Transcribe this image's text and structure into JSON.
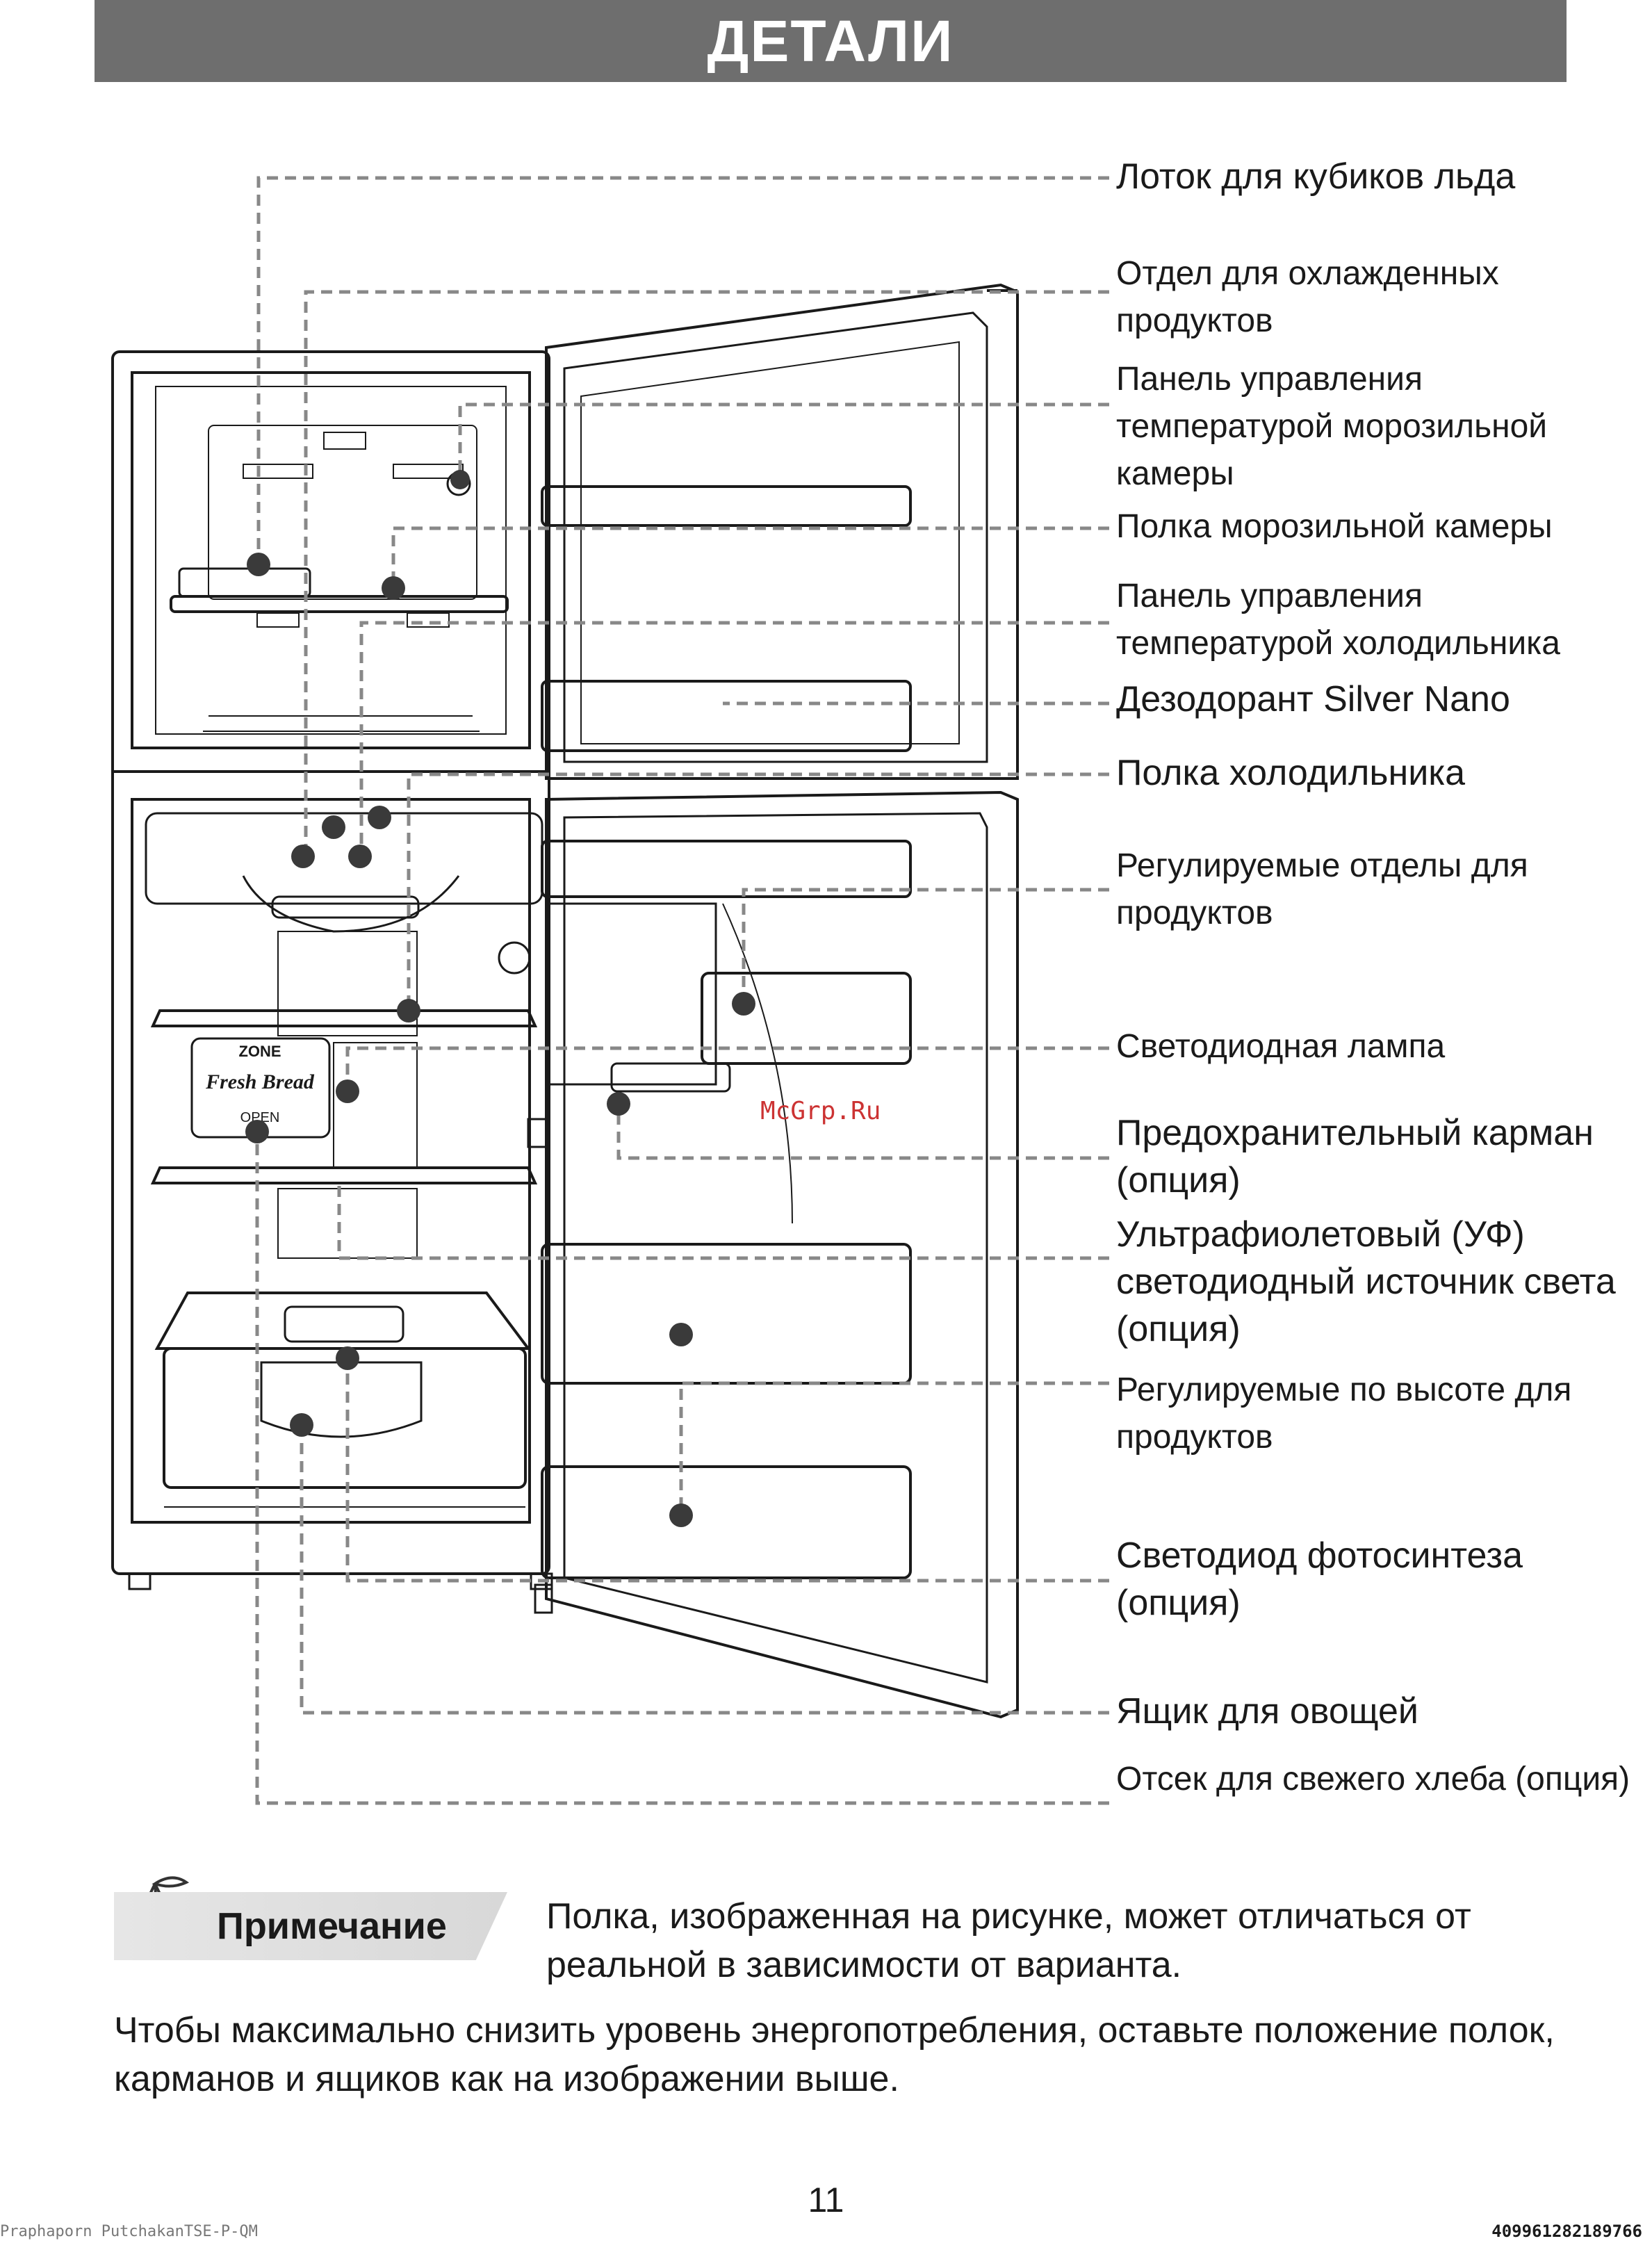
{
  "header": {
    "title": "ДЕТАЛИ"
  },
  "labels": [
    "Лоток для кубиков льда",
    "Отдел для охлажденных продуктов",
    "Панель управления температурой морозильной камеры",
    "Полка морозильной камеры",
    "Панель управления температурой холодильника",
    "Дезодорант Silver Nano",
    "Полка холодильника",
    "Регулируемые отделы для продуктов",
    "Светодиодная лампа",
    "Предохранительный карман (опция)",
    "Ультрафиолетовый (УФ) светодиодный источник света (опция)",
    "Регулируемые по высоте для продуктов",
    "Светодиод фотосинтеза (опция)",
    "Ящик для овощей",
    "Отсек для свежего хлеба (опция)"
  ],
  "drawing_text": {
    "zone": "ZONE",
    "fresh_bread": "Fresh Bread",
    "open": "OPEN"
  },
  "watermark": "McGrp.Ru",
  "note": {
    "label": "Примечание",
    "text": "Полка, изображенная на рисунке, может отличаться от реальной в зависимости от варианта."
  },
  "body_text": "Чтобы максимально снизить уровень энергопотребления, оставьте положение полок, карманов и ящиков как на изображении выше.",
  "page_number": "11",
  "footer": {
    "left": "Praphaporn PutchakanTSE-P-QM",
    "right": "409961282189766"
  }
}
